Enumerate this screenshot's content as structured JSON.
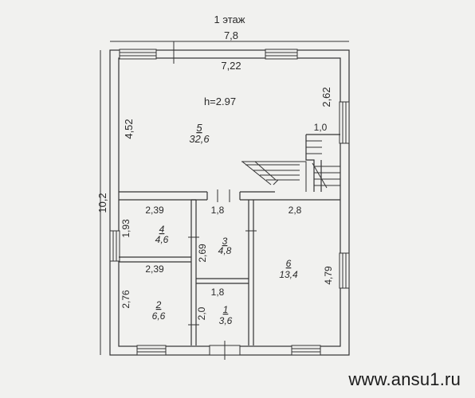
{
  "title": "1 этаж",
  "height_label": "h=2.97",
  "dimensions": {
    "overall_width": "7,8",
    "overall_height": "10,2",
    "interior_width_top": "7,22",
    "left_upper_depth": "4,52",
    "right_upper_depth": "2,62",
    "stair_width": "1,0",
    "room4_width": "2,39",
    "room4_height": "1,93",
    "room2_width": "2,39",
    "room2_height": "2,76",
    "room3_width": "1,8",
    "room3_height": "2,69",
    "room1_width": "1,8",
    "room1_height": "2,0",
    "room6_width": "2,8",
    "room6_height": "4,79"
  },
  "rooms": [
    {
      "number": "5",
      "area": "32,6"
    },
    {
      "number": "4",
      "area": "4,6"
    },
    {
      "number": "3",
      "area": "4,8"
    },
    {
      "number": "2",
      "area": "6,6"
    },
    {
      "number": "1",
      "area": "3,6"
    },
    {
      "number": "6",
      "area": "13,4"
    }
  ],
  "watermark": "www.ansu1.ru"
}
